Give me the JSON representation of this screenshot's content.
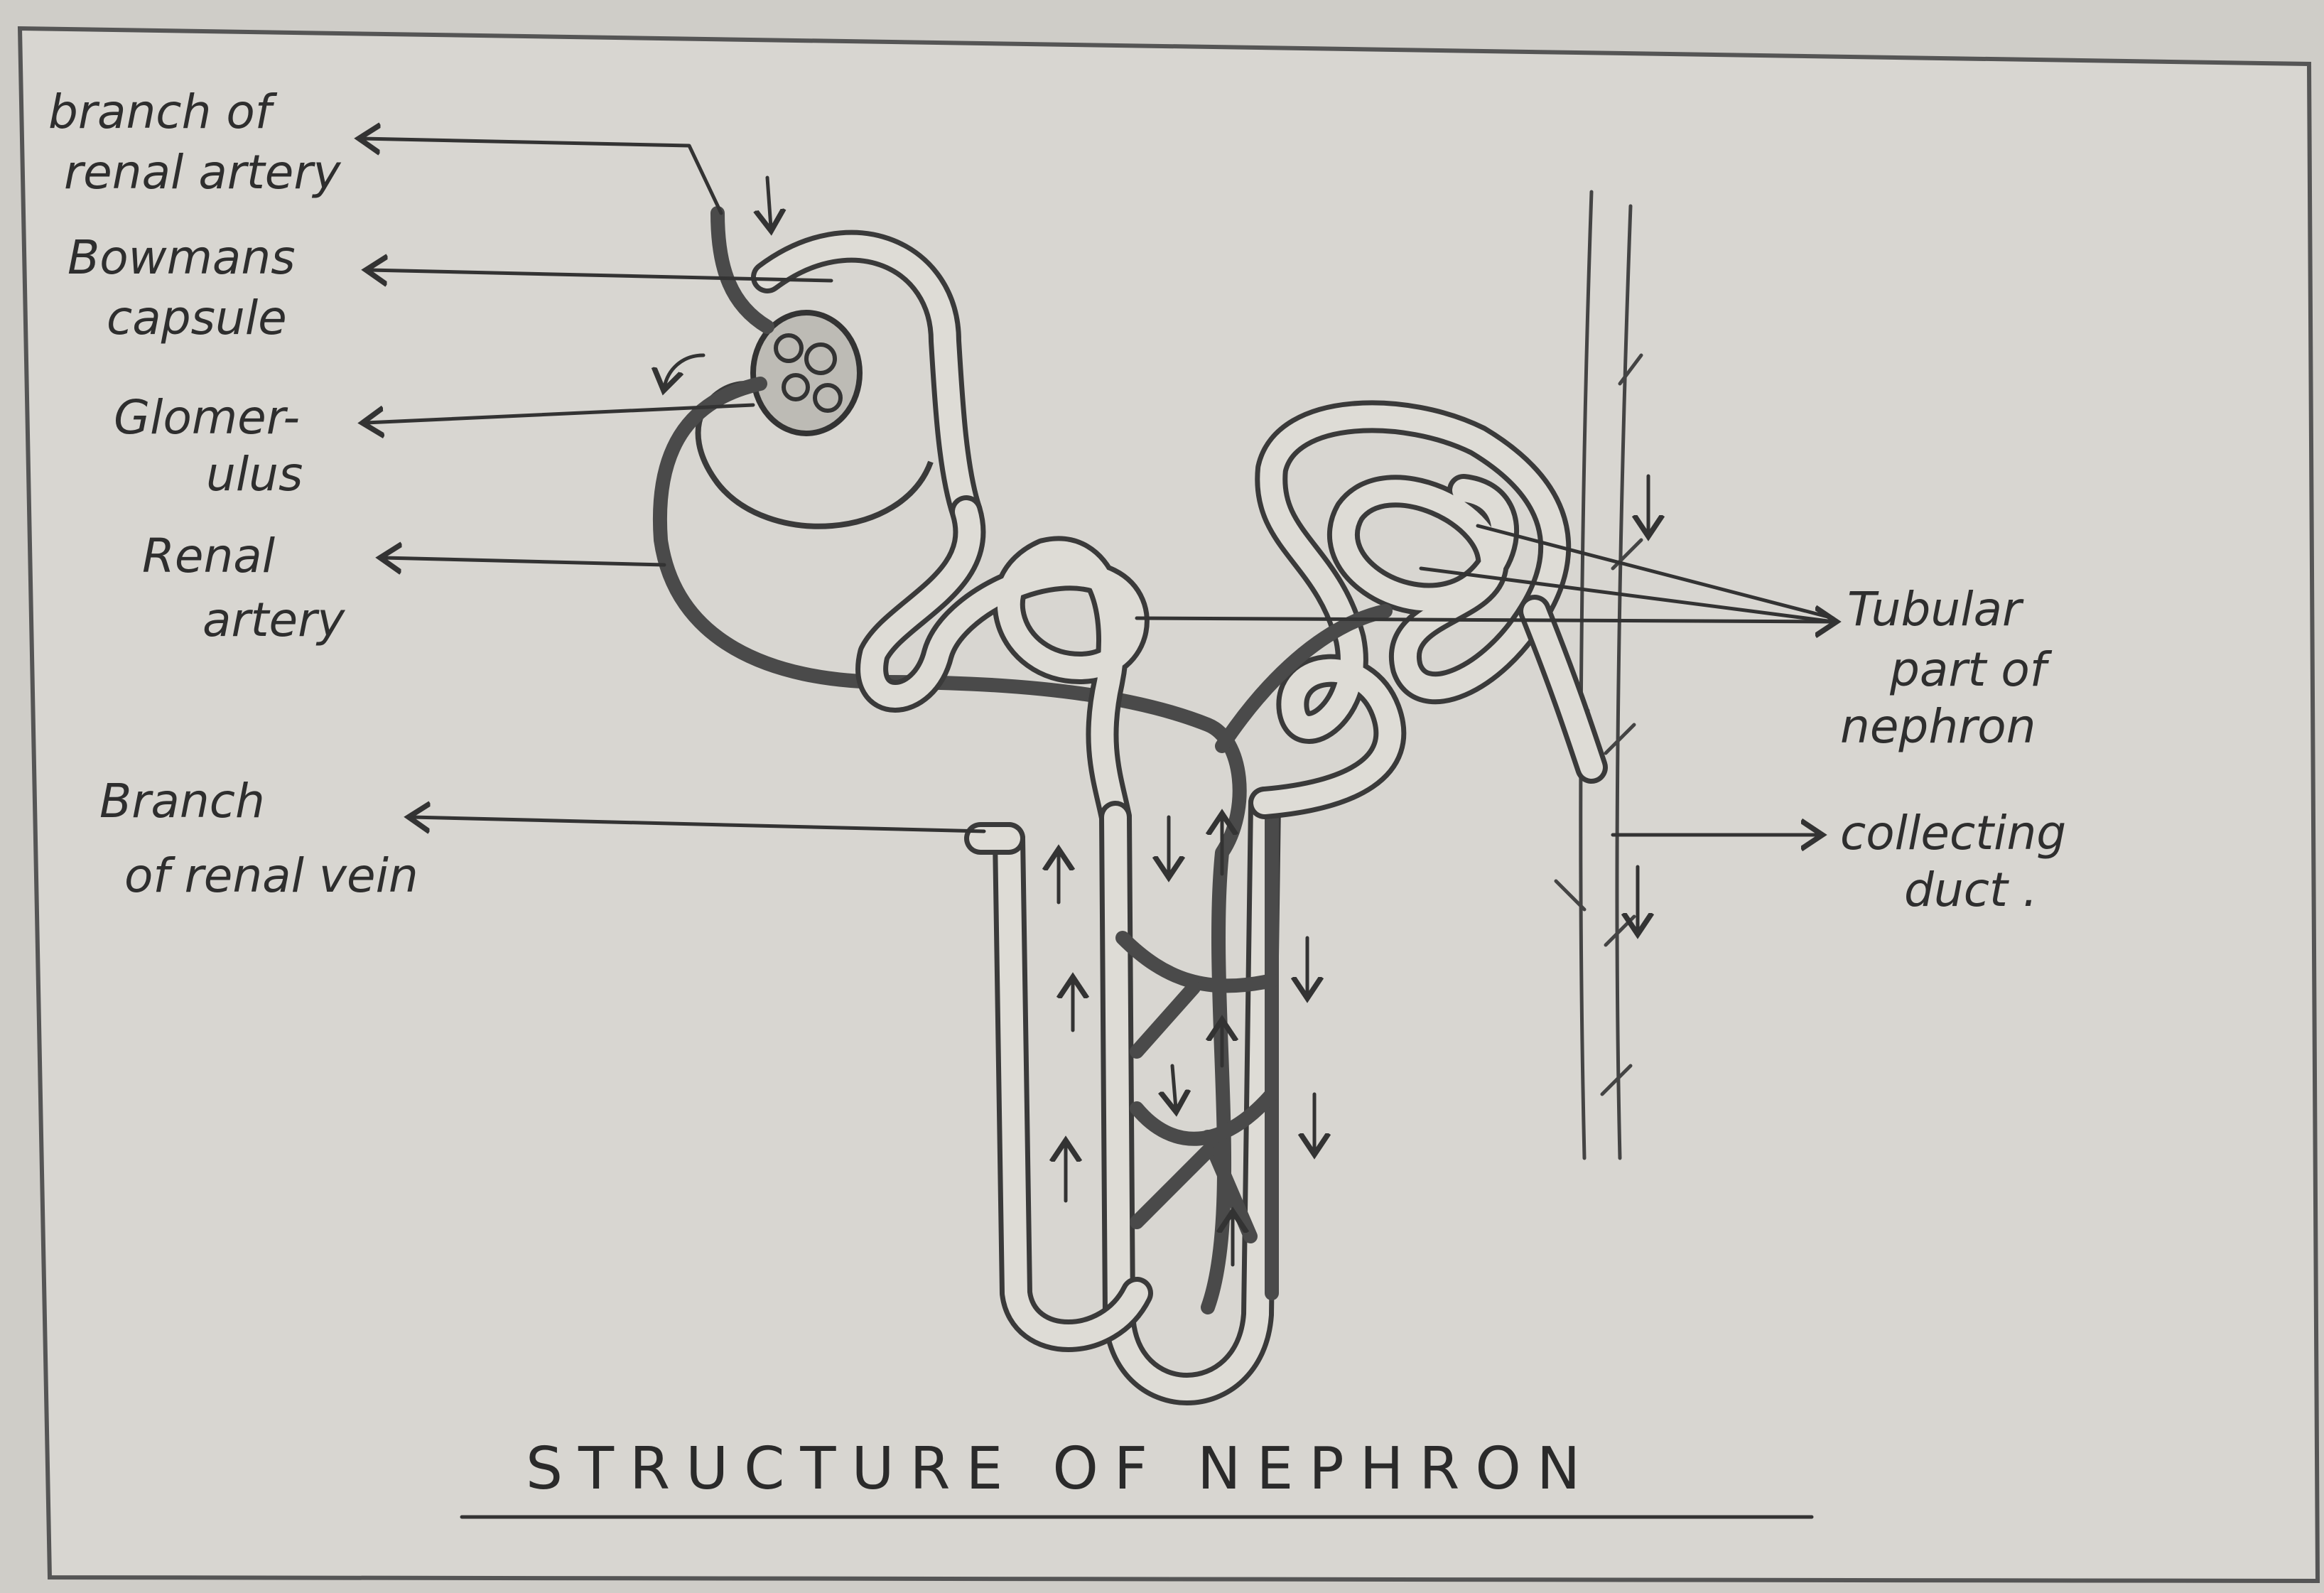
{
  "title": "STRUCTURE OF NEPHRON",
  "labels": {
    "branch_renal_artery": [
      "branch of",
      "renal artery"
    ],
    "bowmans_capsule": [
      "Bowmans",
      "capsule"
    ],
    "glomerulus": [
      "Glomer-",
      "ulus"
    ],
    "renal_artery": [
      "Renal",
      "artery"
    ],
    "branch_renal_vein": [
      "Branch",
      "of renal vein"
    ],
    "tubular_part": [
      "Tubular",
      "part of",
      "nephron"
    ],
    "collecting_duct": [
      "collecting",
      "duct ."
    ]
  },
  "colors": {
    "paper": "#cfcdc8",
    "ink": "#2e2e2e",
    "vessel": "#4a4a4a"
  }
}
